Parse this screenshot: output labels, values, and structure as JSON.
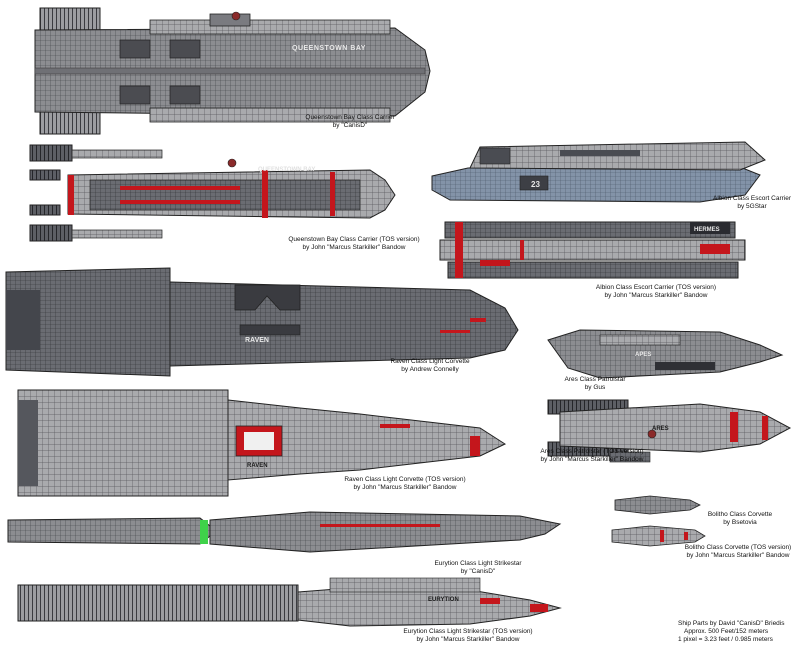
{
  "ships": [
    {
      "id": "queenstown",
      "name": "Queenstown Bay Class Carrier",
      "author": "by \"CanisD\"",
      "hull_text": "QUEENSTOWN BAY"
    },
    {
      "id": "queenstown-tos",
      "name": "Queenstown Bay Class Carrier (TOS version)",
      "author": "by John \"Marcus Starkiller\" Bandow",
      "hull_text": "QUEENSTOWN BAY"
    },
    {
      "id": "albion",
      "name": "Albion Class Escort Carrier",
      "author": "by 5GStar",
      "hull_text": "23"
    },
    {
      "id": "albion-tos",
      "name": "Albion Class Escort Carrier (TOS version)",
      "author": "by John \"Marcus Starkiller\" Bandow",
      "hull_text": "HERMES"
    },
    {
      "id": "raven",
      "name": "Raven Class Light Corvette",
      "author": "by Andrew Connelly",
      "hull_text": "RAVEN"
    },
    {
      "id": "ares",
      "name": "Ares Class Patrolstar",
      "author": "by Gus",
      "hull_text": "APES"
    },
    {
      "id": "ares-tos",
      "name": "Ares Class Patrolstar (TOS version)",
      "author": "by John \"Marcus Starkiller\" Bandow",
      "hull_text": "ARES"
    },
    {
      "id": "raven-tos",
      "name": "Raven Class Light Corvette (TOS version)",
      "author": "by John \"Marcus Starkiller\" Bandow",
      "hull_text": "RAVEN"
    },
    {
      "id": "bolitho",
      "name": "Bolitho Class Corvette",
      "author": "by Bsetovia",
      "hull_text": ""
    },
    {
      "id": "bolitho-tos",
      "name": "Bolitho Class Corvette (TOS version)",
      "author": "by John \"Marcus Starkiller\" Bandow",
      "hull_text": ""
    },
    {
      "id": "eurytion",
      "name": "Eurytion Class Light Strikestar",
      "author": "by \"CanisD\"",
      "hull_text": ""
    },
    {
      "id": "eurytion-tos",
      "name": "Eurytion Class Light Strikestar (TOS version)",
      "author": "by John \"Marcus Starkiller\" Bandow",
      "hull_text": "EURYTION"
    }
  ],
  "credit": {
    "line1": "Ship Parts by David \"CanisD\" Briedis",
    "line2": "Approx. 500 Feet/152 meters",
    "line3": "1 pixel = 3.23 feet / 0.985 meters"
  },
  "colors": {
    "hull_light": "#a9aaad",
    "hull_mid": "#8c8d91",
    "hull_dark": "#5e6066",
    "panel_line": "#2a2a2e",
    "accent_red": "#c4161c",
    "engine_dark": "#3c3d42",
    "blue_gray": "#6d7c93",
    "green_light": "#3fd24a"
  }
}
